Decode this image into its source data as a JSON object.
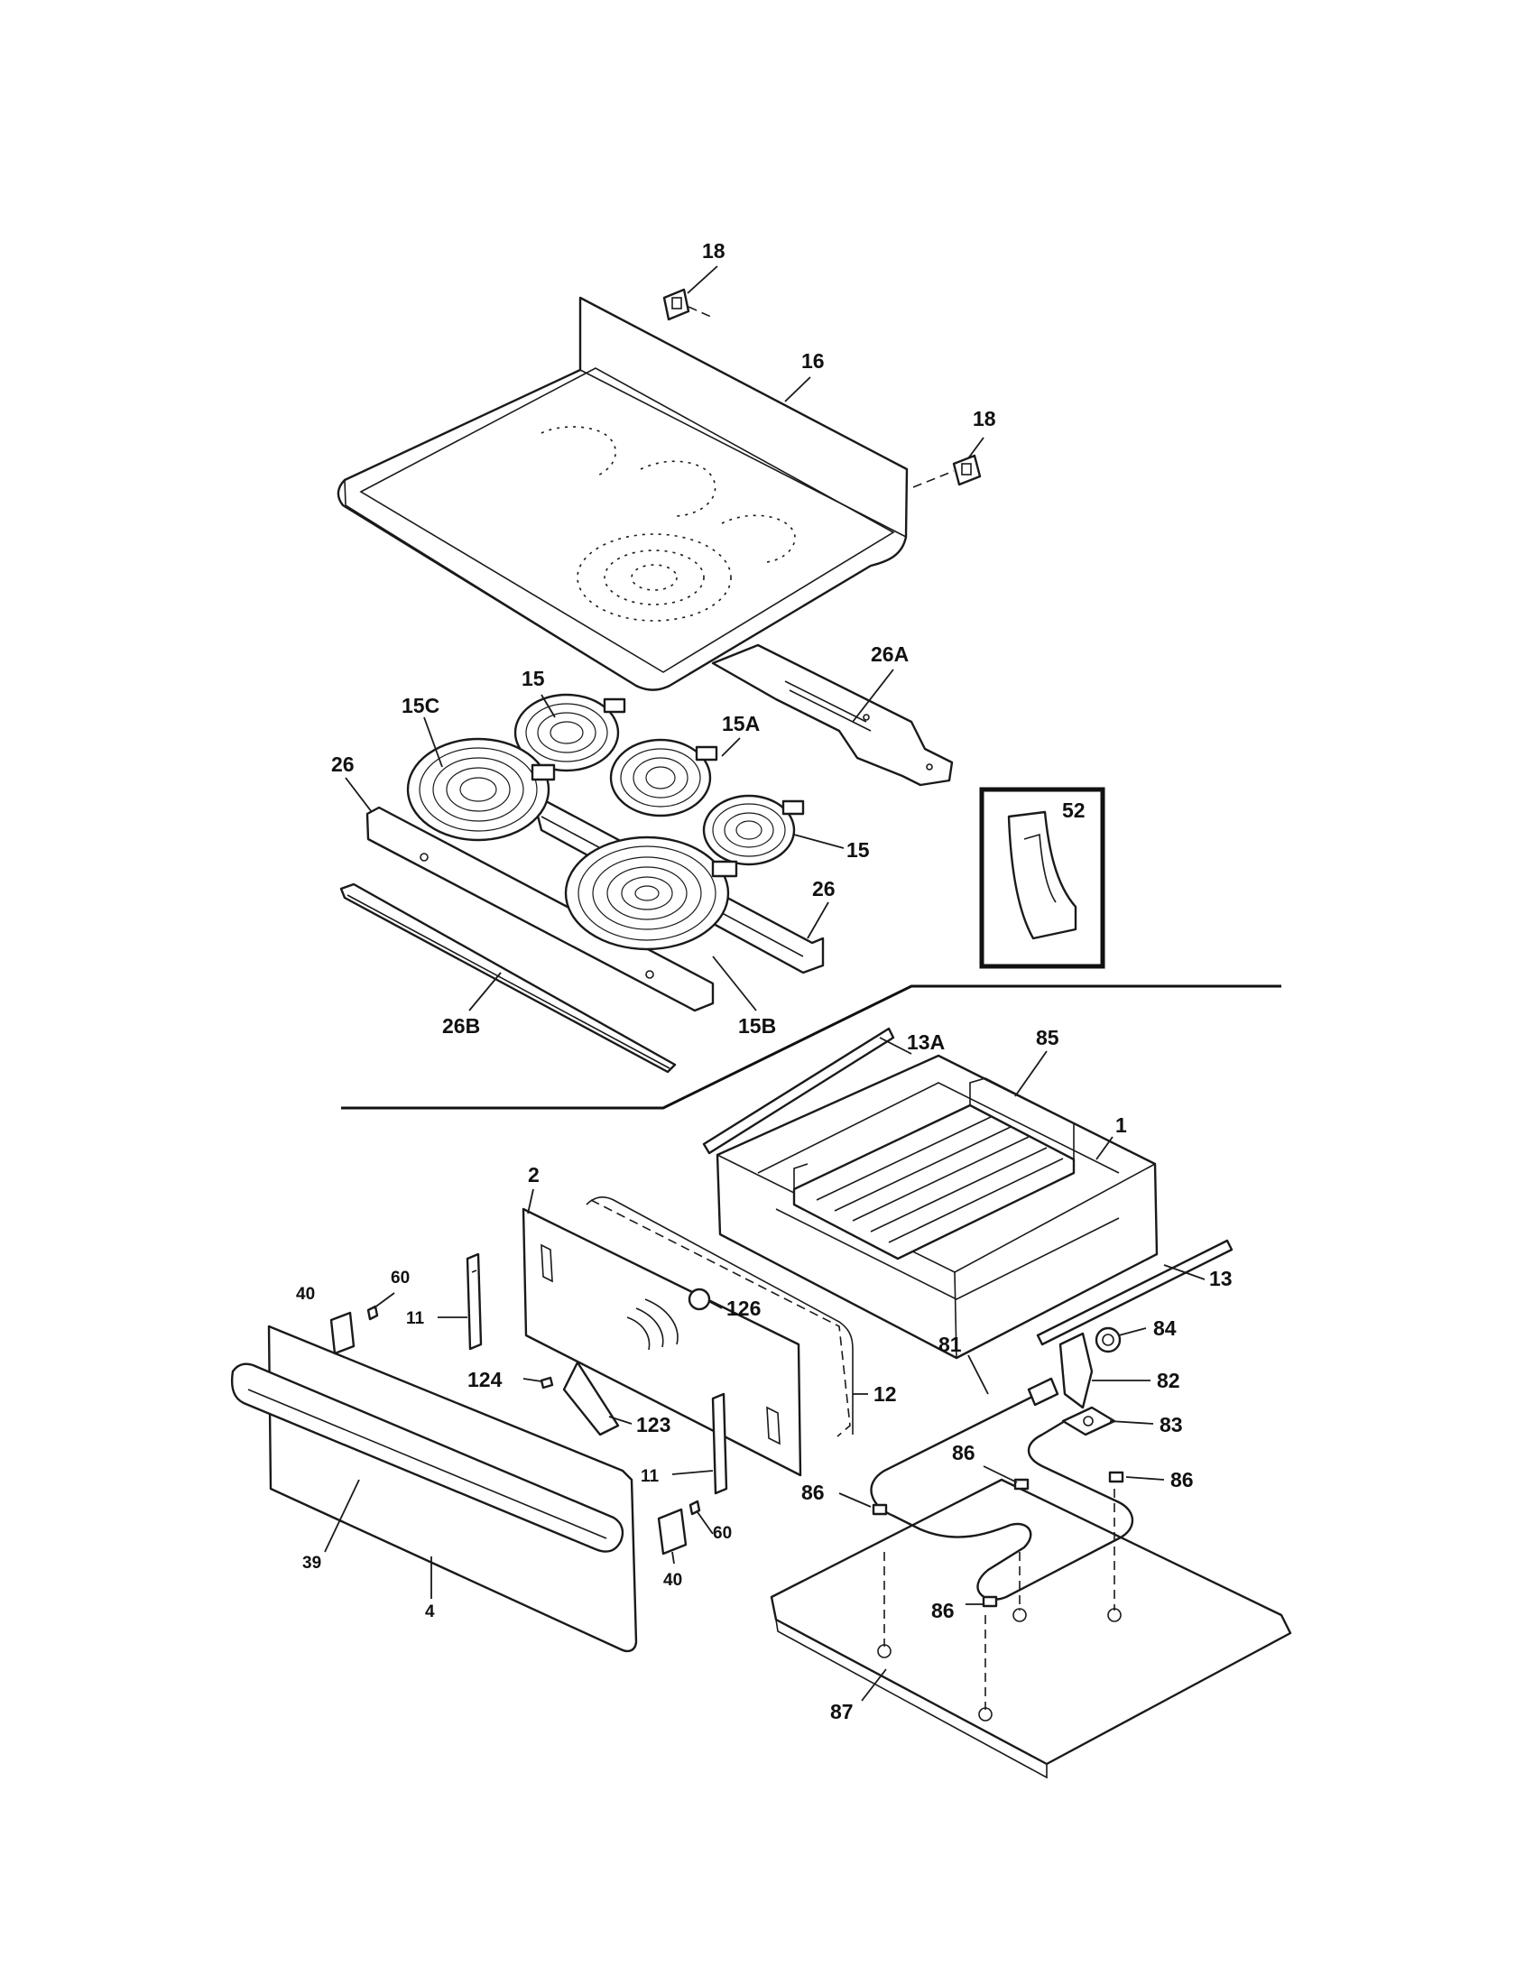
{
  "diagram": {
    "type": "exploded-parts-diagram",
    "callouts": {
      "c18a": "18",
      "c16": "16",
      "c18b": "18",
      "c26A": "26A",
      "c15a": "15",
      "c15C": "15C",
      "c15A": "15A",
      "c26a": "26",
      "c52": "52",
      "c15b": "15",
      "c26b": "26",
      "c15B": "15B",
      "c26B": "26B",
      "c13A": "13A",
      "c85": "85",
      "c1": "1",
      "c2": "2",
      "c40a": "40",
      "c60a": "60",
      "c11a": "11",
      "c126": "126",
      "c13": "13",
      "c84": "84",
      "c124": "124",
      "c12": "12",
      "c81": "81",
      "c82": "82",
      "c123": "123",
      "c83": "83",
      "c86a": "86",
      "c11b": "11",
      "c86b": "86",
      "c86c": "86",
      "c60b": "60",
      "c39": "39",
      "c40b": "40",
      "c4": "4",
      "c86d": "86",
      "c87": "87"
    }
  }
}
